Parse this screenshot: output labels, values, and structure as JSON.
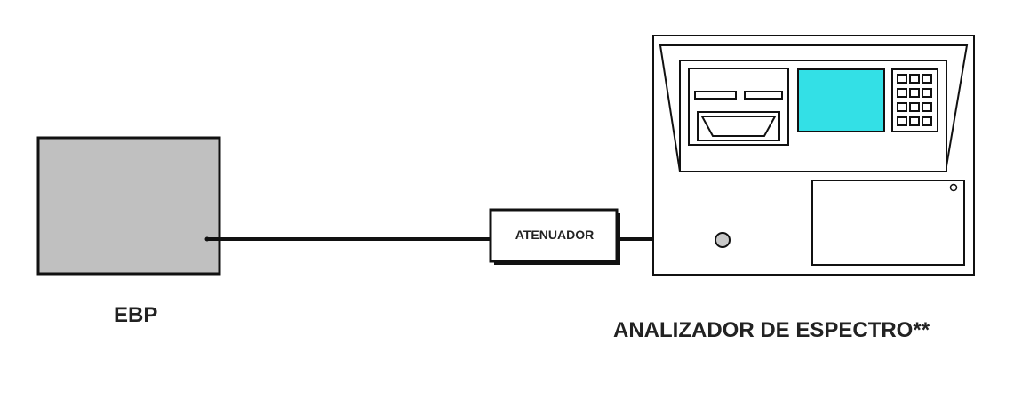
{
  "labels": {
    "ebp": "EBP",
    "attenuator": "ATENUADOR",
    "analyzer": "ANALIZADOR DE ESPECTRO**"
  },
  "colors": {
    "ebp_fill": "#c0c0c0",
    "screen": "#33e0e6",
    "stroke": "#111111",
    "port": "#c8c8c8"
  }
}
